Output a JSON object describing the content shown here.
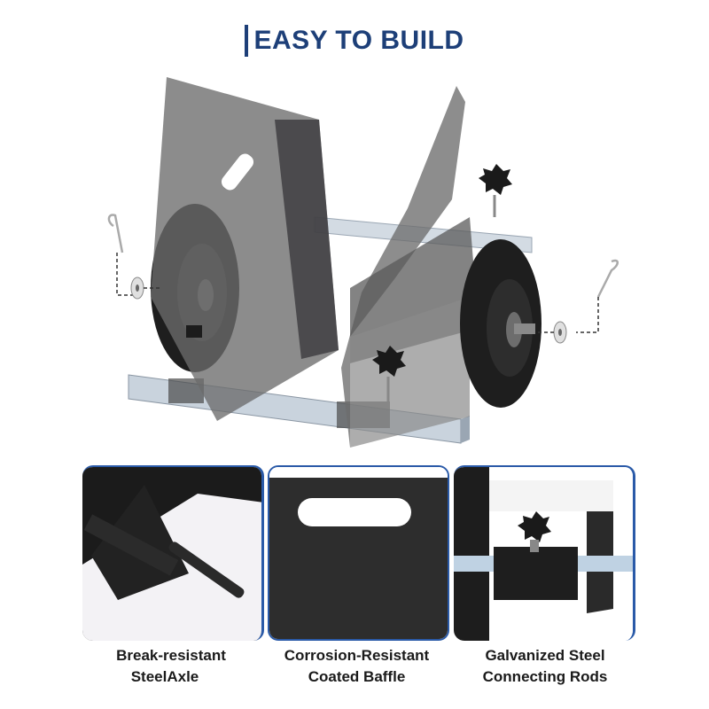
{
  "title": {
    "text": "EASY TO BUILD",
    "color": "#1d3f78"
  },
  "hero": {
    "icons": [
      "side-panel",
      "wheel",
      "crossbar",
      "star-knob",
      "cotter-pin",
      "washer"
    ]
  },
  "features": [
    {
      "line1": "Break-resistant",
      "line2": "SteelAxle",
      "border_color": "#2a5aa8"
    },
    {
      "line1": "Corrosion-Resistant",
      "line2": "Coated Baffle",
      "border_color": "#2a5aa8"
    },
    {
      "line1": "Galvanized Steel",
      "line2": "Connecting Rods",
      "border_color": "#2a5aa8"
    }
  ]
}
